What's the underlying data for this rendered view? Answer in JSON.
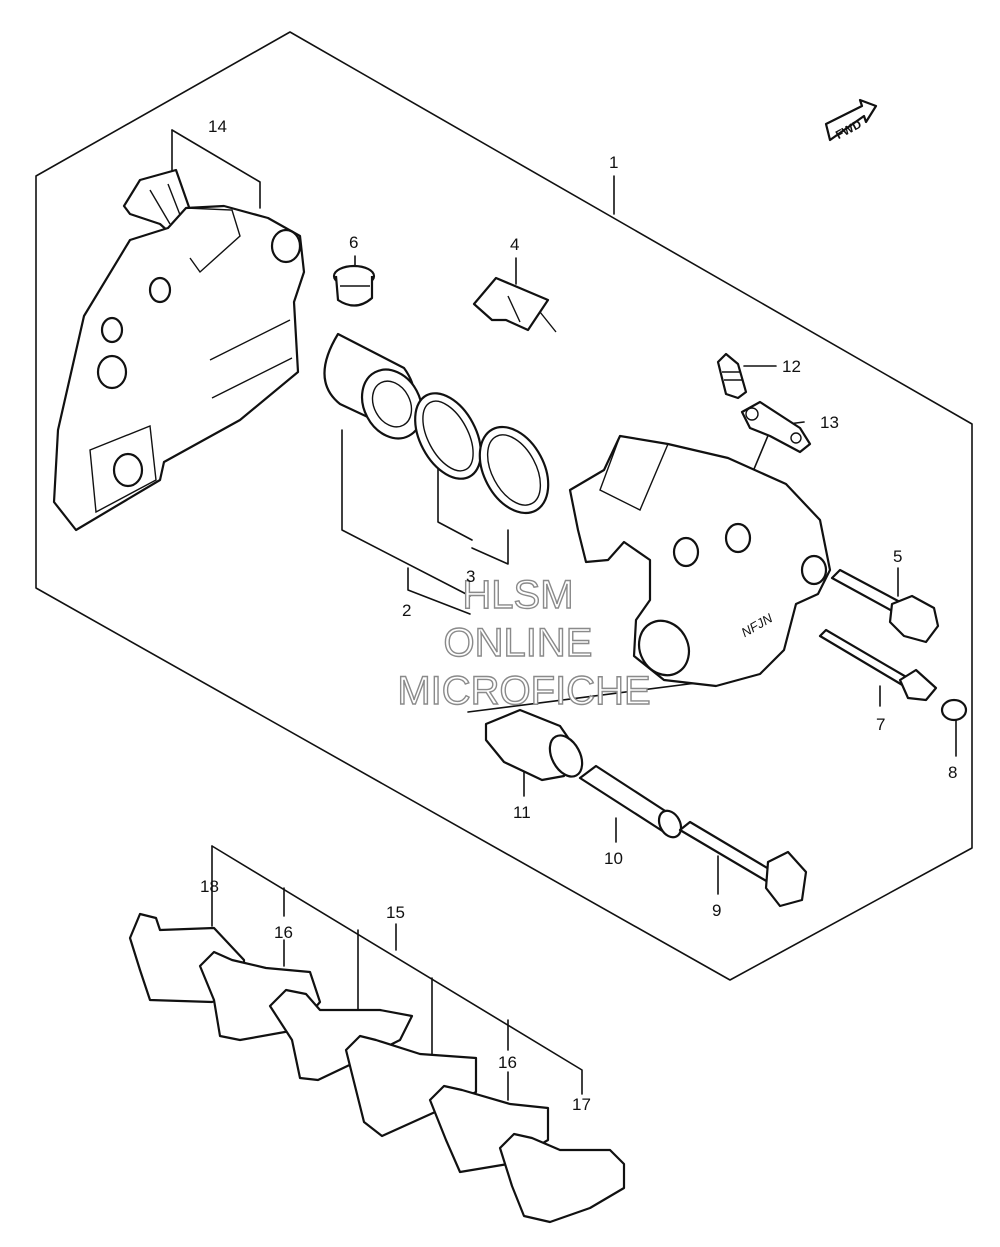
{
  "callouts": {
    "c1": "1",
    "c2": "2",
    "c3": "3",
    "c4": "4",
    "c5": "5",
    "c6": "6",
    "c7": "7",
    "c8": "8",
    "c9": "9",
    "c10": "10",
    "c11": "11",
    "c12": "12",
    "c13": "13",
    "c14": "14",
    "c15": "15",
    "c16a": "16",
    "c16b": "16",
    "c17": "17",
    "c18": "18"
  },
  "fwd_label": "FWD",
  "caliper_mark": "NFJN",
  "watermark": {
    "line1": "HLSM",
    "line2": "ONLINE",
    "line3": "MICROFICHE"
  }
}
